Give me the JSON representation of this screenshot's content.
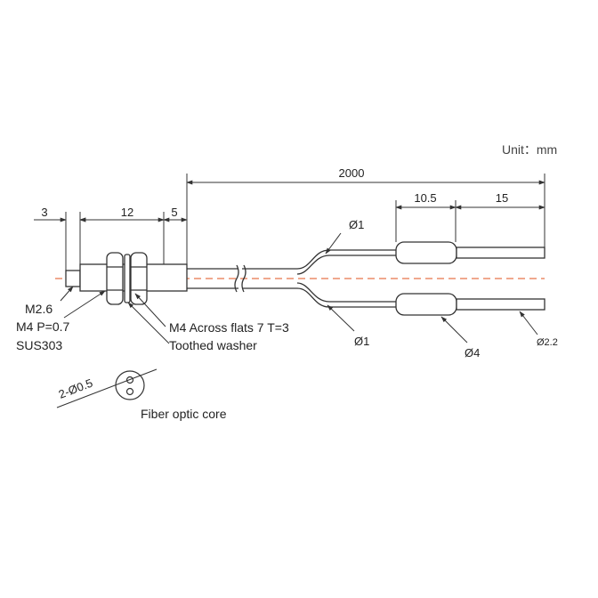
{
  "unit_label": "Unit：mm",
  "dimensions": {
    "total_length": "2000",
    "tip_length": "3",
    "thread_length": "12",
    "sleeve_length": "5",
    "sleeve_out": "10.5",
    "fiber_out": "15"
  },
  "diameters": {
    "fiber_upper": "Ø1",
    "fiber_lower": "Ø1",
    "sleeve": "Ø4",
    "cable": "Ø2.2",
    "core": "2-Ø0.5"
  },
  "callouts": {
    "tip": "M2.6",
    "thread": "M4 P=0.7",
    "material": "SUS303",
    "nut": "M4 Across flats 7  T=3",
    "washer": "Toothed washer",
    "core_caption": "Fiber optic core"
  },
  "colors": {
    "line": "#333333",
    "centerline": "#e8734a",
    "text": "#222222"
  }
}
